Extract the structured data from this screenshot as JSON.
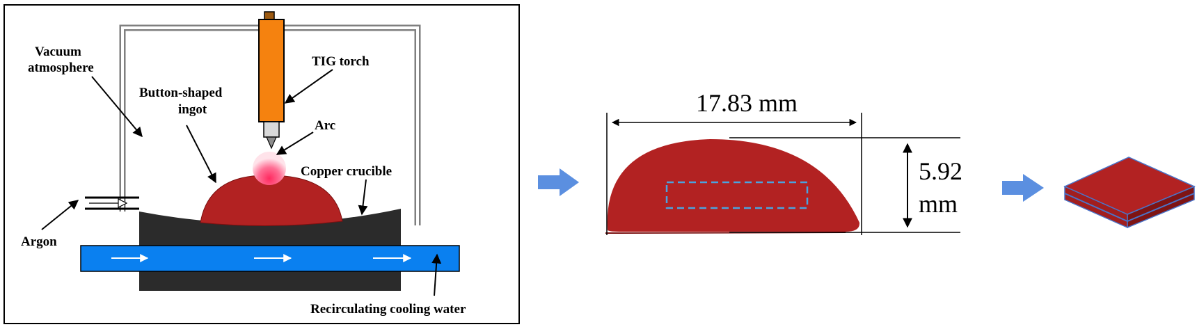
{
  "labels": {
    "vacuum_line1": "Vacuum",
    "vacuum_line2": "atmosphere",
    "tig_torch": "TIG torch",
    "button_line1": "Button-shaped",
    "button_line2": "ingot",
    "arc": "Arc",
    "copper_crucible": "Copper crucible",
    "argon": "Argon",
    "cooling_water": "Recirculating cooling water"
  },
  "dimensions": {
    "width_value": "17.83 mm",
    "height_line1": "5.92",
    "height_line2": "mm"
  },
  "colors": {
    "torch": "#f5820f",
    "ingot": "#b22222",
    "water": "#0a80f0",
    "crucible": "#2b2b2b",
    "chamber": "#7f7f7f",
    "arc": "#ff4d7a",
    "process_arrow": "#5b8fe0",
    "cut_outline": "#4aa3df",
    "sample_edge": "#4a74c9"
  }
}
